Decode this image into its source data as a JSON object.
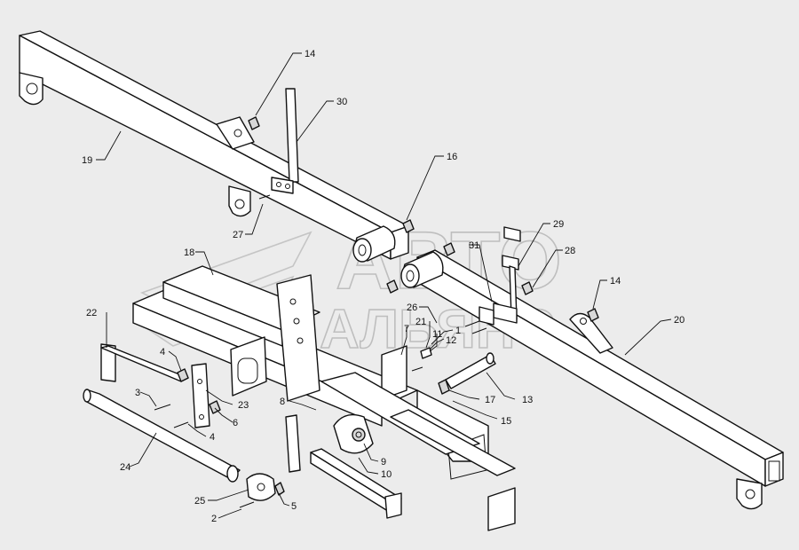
{
  "watermark": {
    "line1": "АВТО",
    "line2": "АЛЬЯНС"
  },
  "callouts": [
    {
      "key": "c14a",
      "label": "14"
    },
    {
      "key": "c30",
      "label": "30"
    },
    {
      "key": "c19",
      "label": "19"
    },
    {
      "key": "c16",
      "label": "16"
    },
    {
      "key": "c27",
      "label": "27"
    },
    {
      "key": "c29",
      "label": "29"
    },
    {
      "key": "c31",
      "label": "31"
    },
    {
      "key": "c28",
      "label": "28"
    },
    {
      "key": "c18",
      "label": "18"
    },
    {
      "key": "c14b",
      "label": "14"
    },
    {
      "key": "c26",
      "label": "26"
    },
    {
      "key": "c21",
      "label": "21"
    },
    {
      "key": "c11",
      "label": "11"
    },
    {
      "key": "c22",
      "label": "22"
    },
    {
      "key": "c7",
      "label": "7"
    },
    {
      "key": "c1",
      "label": "1"
    },
    {
      "key": "c12",
      "label": "12"
    },
    {
      "key": "c20",
      "label": "20"
    },
    {
      "key": "c4a",
      "label": "4"
    },
    {
      "key": "c3",
      "label": "3"
    },
    {
      "key": "c23",
      "label": "23"
    },
    {
      "key": "c6",
      "label": "6"
    },
    {
      "key": "c8",
      "label": "8"
    },
    {
      "key": "c17",
      "label": "17"
    },
    {
      "key": "c13",
      "label": "13"
    },
    {
      "key": "c15",
      "label": "15"
    },
    {
      "key": "c4b",
      "label": "4"
    },
    {
      "key": "c24",
      "label": "24"
    },
    {
      "key": "c9",
      "label": "9"
    },
    {
      "key": "c10",
      "label": "10"
    },
    {
      "key": "c25",
      "label": "25"
    },
    {
      "key": "c5",
      "label": "5"
    },
    {
      "key": "c2",
      "label": "2"
    }
  ]
}
